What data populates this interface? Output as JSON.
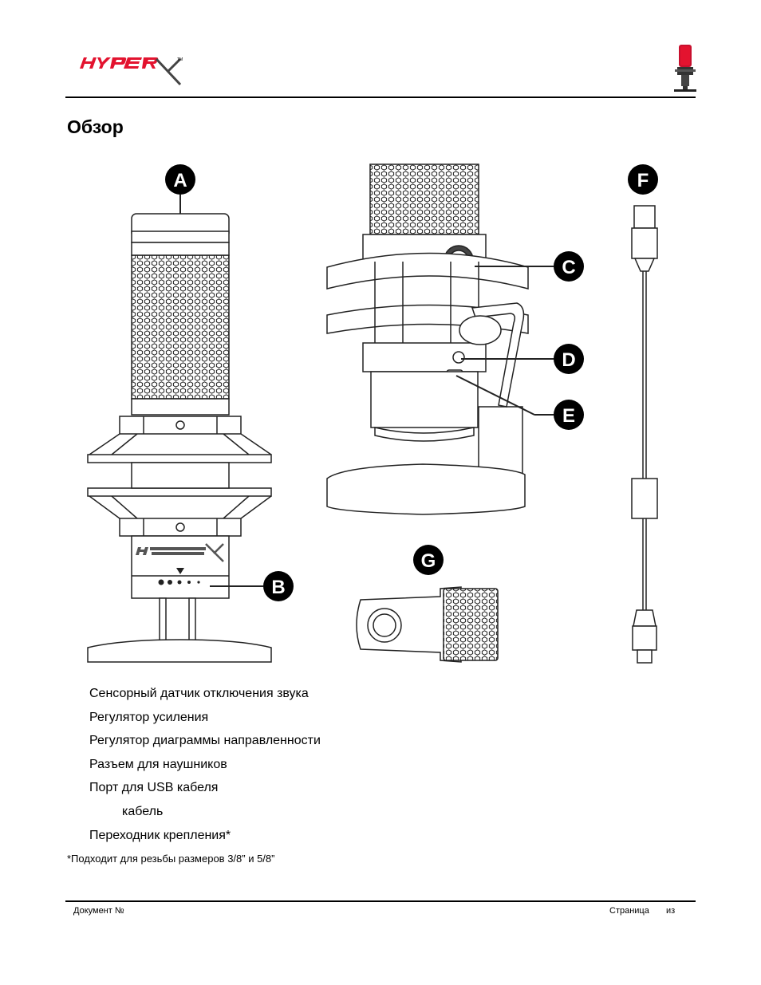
{
  "header": {
    "logo_icon": "hyperx-logo",
    "product_icon": "microphone-icon"
  },
  "page_title": "Обзор",
  "callouts": {
    "a": "A",
    "b": "B",
    "c": "C",
    "d": "D",
    "e": "E",
    "f": "F",
    "g": "G"
  },
  "features": [
    "Сенсорный датчик отключения звука",
    "Регулятор усиления",
    "Регулятор диаграммы направленности",
    "Разъем для наушников",
    "Порт для USB кабеля",
    "кабель",
    "Переходник крепления*"
  ],
  "footnote": "*Подходит для резьбы размеров 3/8” и 5/8”",
  "footer": {
    "doc_label": "Документ №",
    "page_label": "Страница",
    "page_of": "из"
  },
  "colors": {
    "brand_red": "#e3132f",
    "ink": "#000000",
    "line_gray": "#222222"
  }
}
